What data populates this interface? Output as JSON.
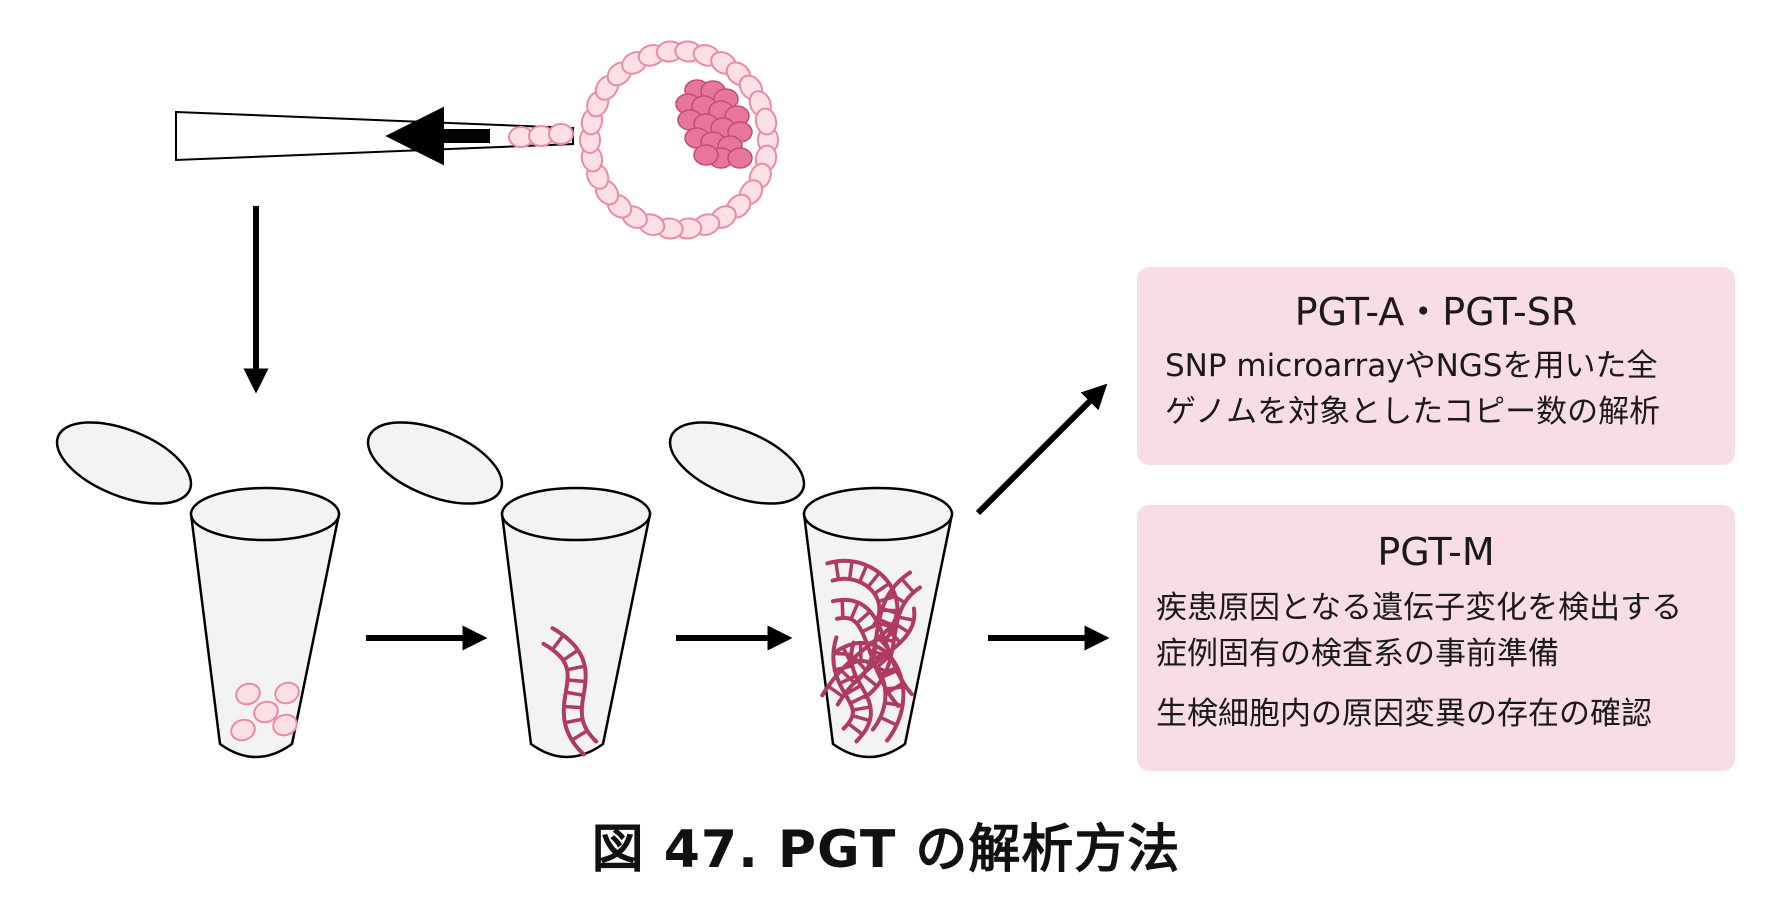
{
  "box_a": {
    "title": "PGT-A・PGT-SR",
    "lines": [
      "SNP microarrayやNGSを用いた全",
      "ゲノムを対象としたコピー数の解析"
    ]
  },
  "box_m": {
    "title": "PGT-M",
    "lines": [
      "疾患原因となる遺伝子変化を検出する",
      "症例固有の検査系の事前準備",
      "生検細胞内の原因変異の存在の確認"
    ]
  },
  "caption": "図 47. PGT の解析方法",
  "colors": {
    "box_fill": "#f9dde5",
    "cell_fill": "#fbe1e6",
    "cell_stroke": "#ec8aa6",
    "icm_fill": "#e8759d",
    "dna": "#b03a62",
    "tube_fill": "#f3f3f3",
    "arrow": "#000000"
  },
  "icons": [
    "biopsy-pipette-icon",
    "blastocyst-icon",
    "tube-cells-icon",
    "tube-dna-icon",
    "tube-amplified-dna-icon"
  ]
}
